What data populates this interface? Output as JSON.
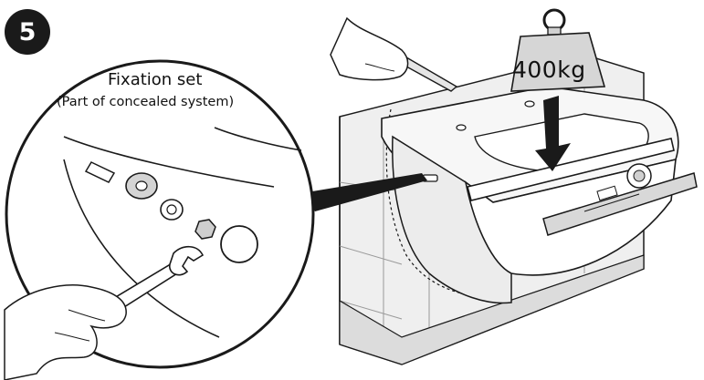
{
  "step": {
    "number": "5"
  },
  "callout": {
    "title": "Fixation set",
    "subtitle": "(Part of concealed system)"
  },
  "weight": {
    "label": "400kg"
  },
  "colors": {
    "badge": "#1a1a1a",
    "line": "#1a1a1a",
    "shade": "#d9d9d9",
    "wall": "#e4e4e4"
  },
  "icons": [
    "wrench-icon",
    "hand-icon",
    "knife-icon",
    "weight-icon",
    "spirit-level-icon",
    "arrow-down-icon"
  ]
}
